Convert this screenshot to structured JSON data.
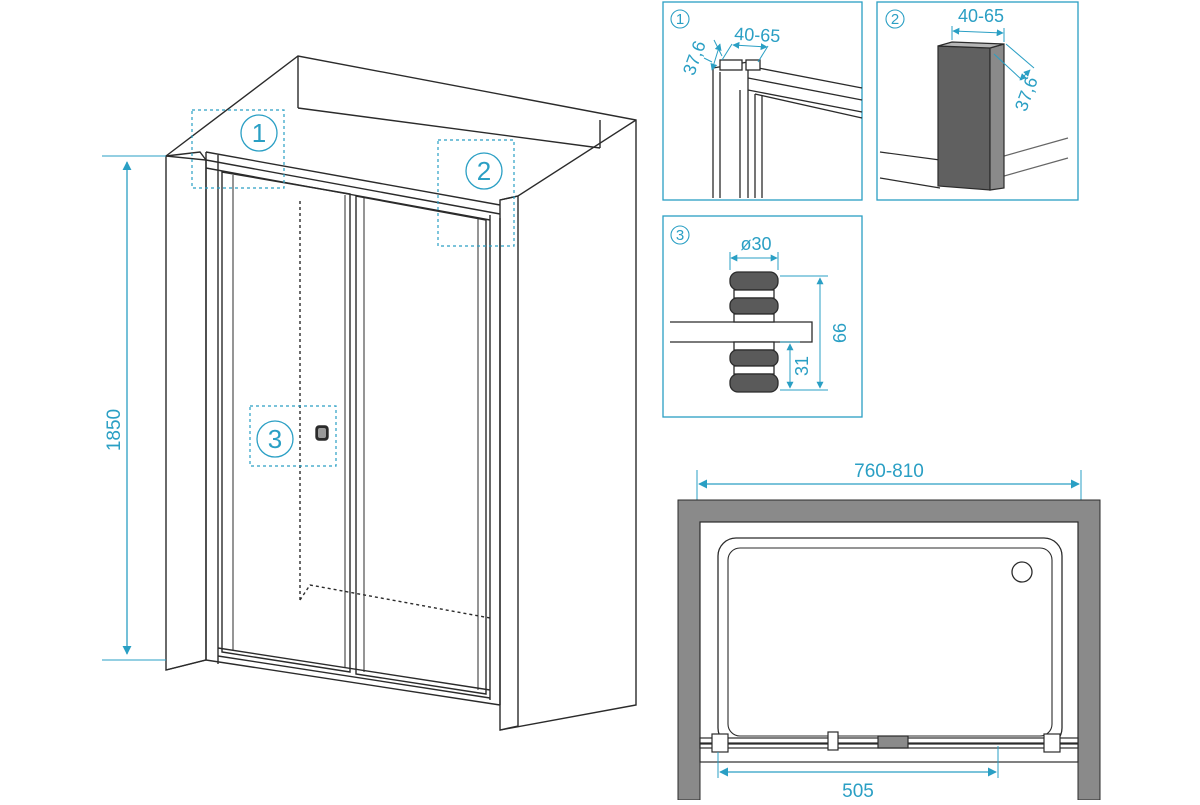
{
  "colors": {
    "accent": "#2a9fc4",
    "line": "#2b2b2b",
    "wall": "#8a8a8a"
  },
  "main_view": {
    "height_label": "1850",
    "callouts": [
      "1",
      "2",
      "3"
    ]
  },
  "detail_1": {
    "number": "1",
    "dim_adjust": "40-65",
    "dim_depth": "37,6"
  },
  "detail_2": {
    "number": "2",
    "dim_adjust": "40-65",
    "dim_depth": "37,6"
  },
  "detail_3": {
    "number": "3",
    "dim_diameter": "ø30",
    "dim_total": "66",
    "dim_half": "31"
  },
  "plan_view": {
    "width_label": "760-810",
    "opening_label": "505"
  }
}
